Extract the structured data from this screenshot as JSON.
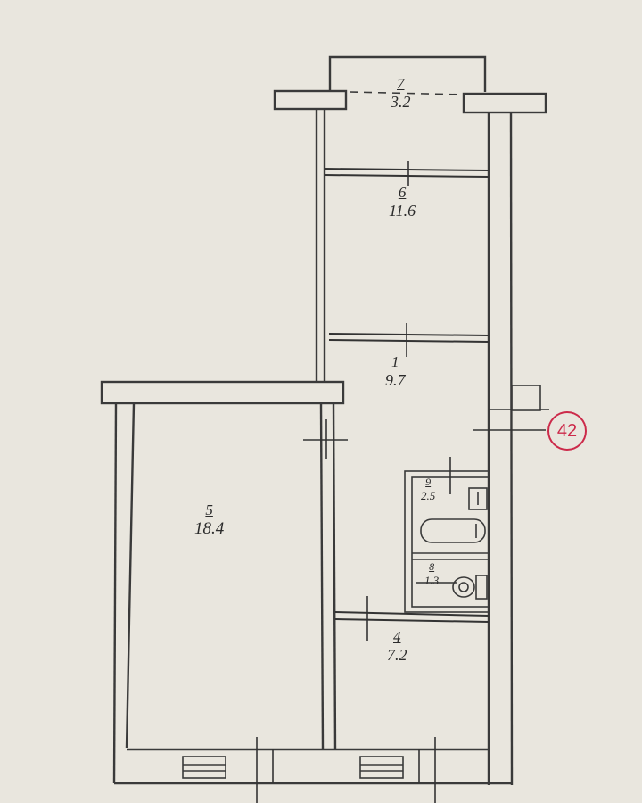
{
  "plan": {
    "apartment_number": "42",
    "rooms": [
      {
        "id": "balcony",
        "number": "7",
        "area": "3.2"
      },
      {
        "id": "room-6",
        "number": "6",
        "area": "11.6"
      },
      {
        "id": "hall",
        "number": "1",
        "area": "9.7"
      },
      {
        "id": "bathroom",
        "number": "9",
        "area": "2.5"
      },
      {
        "id": "toilet",
        "number": "8",
        "area": "1.3"
      },
      {
        "id": "kitchen",
        "number": "4",
        "area": "7.2"
      },
      {
        "id": "room-5",
        "number": "5",
        "area": "18.4"
      }
    ],
    "colors": {
      "ink": "#3a3a3a",
      "paper": "#e9e6de",
      "stamp": "#cc2a4a"
    }
  }
}
